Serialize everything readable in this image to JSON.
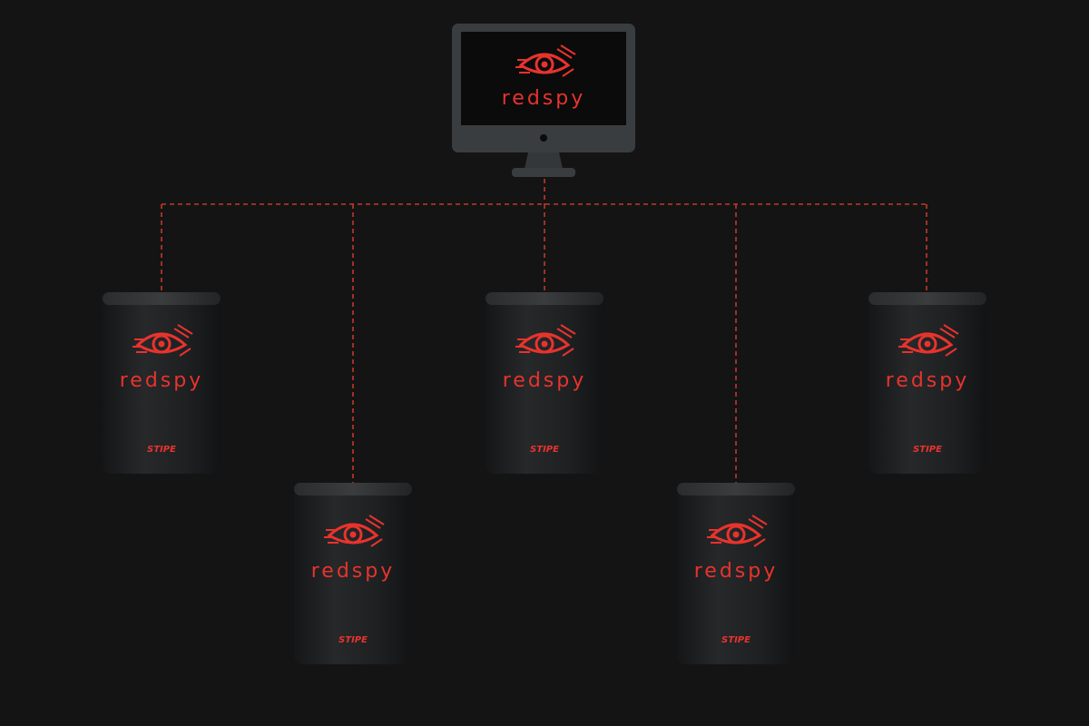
{
  "diagram": {
    "hub": {
      "logo_text": "redspy"
    },
    "nodes": [
      {
        "logo_text": "redspy",
        "maker_text": "STIPE"
      },
      {
        "logo_text": "redspy",
        "maker_text": "STIPE"
      },
      {
        "logo_text": "redspy",
        "maker_text": "STIPE"
      },
      {
        "logo_text": "redspy",
        "maker_text": "STIPE"
      },
      {
        "logo_text": "redspy",
        "maker_text": "STIPE"
      }
    ]
  },
  "colors": {
    "background": "#141414",
    "brand_red": "#e8332d",
    "connector": "#c0392b",
    "monitor_body": "#3a3d3f",
    "monitor_screen": "#0b0b0b",
    "device_body": "#1f2022"
  }
}
